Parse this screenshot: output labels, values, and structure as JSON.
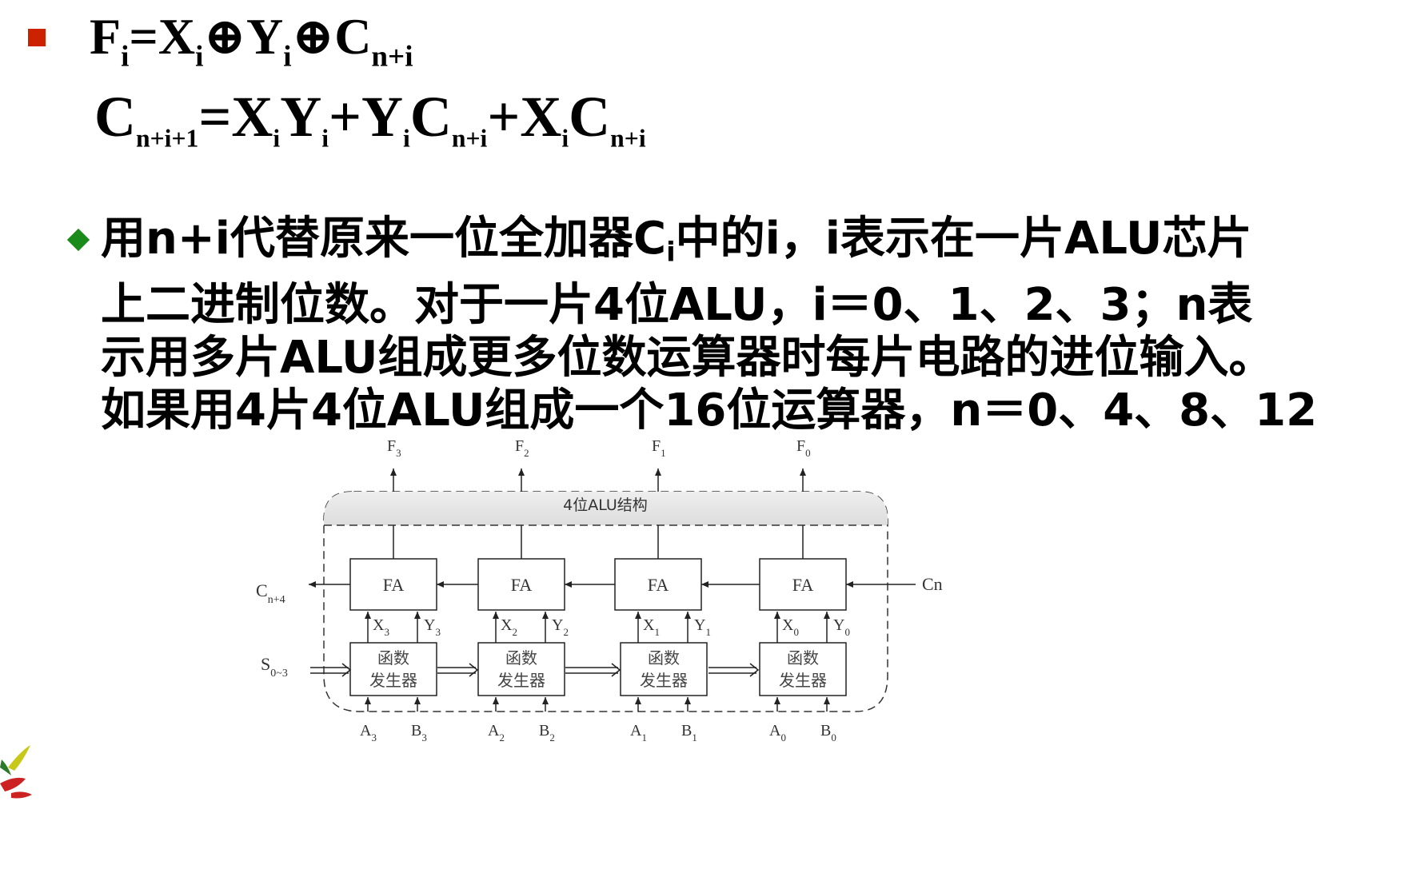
{
  "formulas": {
    "line1": {
      "F": "F",
      "i1": "i",
      "eq": "=X",
      "i2": "i",
      "xorY": "⊕Y",
      "i3": "i",
      "xorC": "⊕C",
      "ni": "n+i"
    },
    "line2": {
      "C": "C",
      "ni1": "n+i+1",
      "a": "=X",
      "b": "i",
      "c": "Y",
      "d": "i",
      "e": "+Y",
      "f": "i",
      "g": "C",
      "h": "n+i",
      "k": "+X",
      "l": "i",
      "m": "C",
      "n": "n+i"
    }
  },
  "paragraph": {
    "l1a": "用n+i代替原来一位全加器C",
    "l1sub": "i",
    "l1b": "中的i，i表示在一片ALU芯片",
    "l2": "上二进制位数。对于一片4位ALU，i＝0、1、2、3；n表",
    "l3": "示用多片ALU组成更多位数运算器时每片电路的进位输入。",
    "l4": "如果用4片4位ALU组成一个16位运算器，n＝0、4、8、12"
  },
  "diagram": {
    "title": "4位ALU结构",
    "cn_in": "Cn",
    "carry_out": "C",
    "carry_out_sub": "n+4",
    "select": "S",
    "select_sub": "0~3",
    "fa_label": "FA",
    "gen_line1": "函数",
    "gen_line2": "发生器",
    "stages": [
      {
        "F": "F",
        "Fs": "3",
        "X": "X",
        "Xs": "3",
        "Y": "Y",
        "Ys": "3",
        "A": "A",
        "As": "3",
        "B": "B",
        "Bs": "3"
      },
      {
        "F": "F",
        "Fs": "2",
        "X": "X",
        "Xs": "2",
        "Y": "Y",
        "Ys": "2",
        "A": "A",
        "As": "2",
        "B": "B",
        "Bs": "2"
      },
      {
        "F": "F",
        "Fs": "1",
        "X": "X",
        "Xs": "1",
        "Y": "Y",
        "Ys": "1",
        "A": "A",
        "As": "1",
        "B": "B",
        "Bs": "1"
      },
      {
        "F": "F",
        "Fs": "0",
        "X": "X",
        "Xs": "0",
        "Y": "Y",
        "Ys": "0",
        "A": "A",
        "As": "0",
        "B": "B",
        "Bs": "0"
      }
    ]
  },
  "colors": {
    "bullet": "#cc2200",
    "diamond": "#1a8a1a"
  }
}
